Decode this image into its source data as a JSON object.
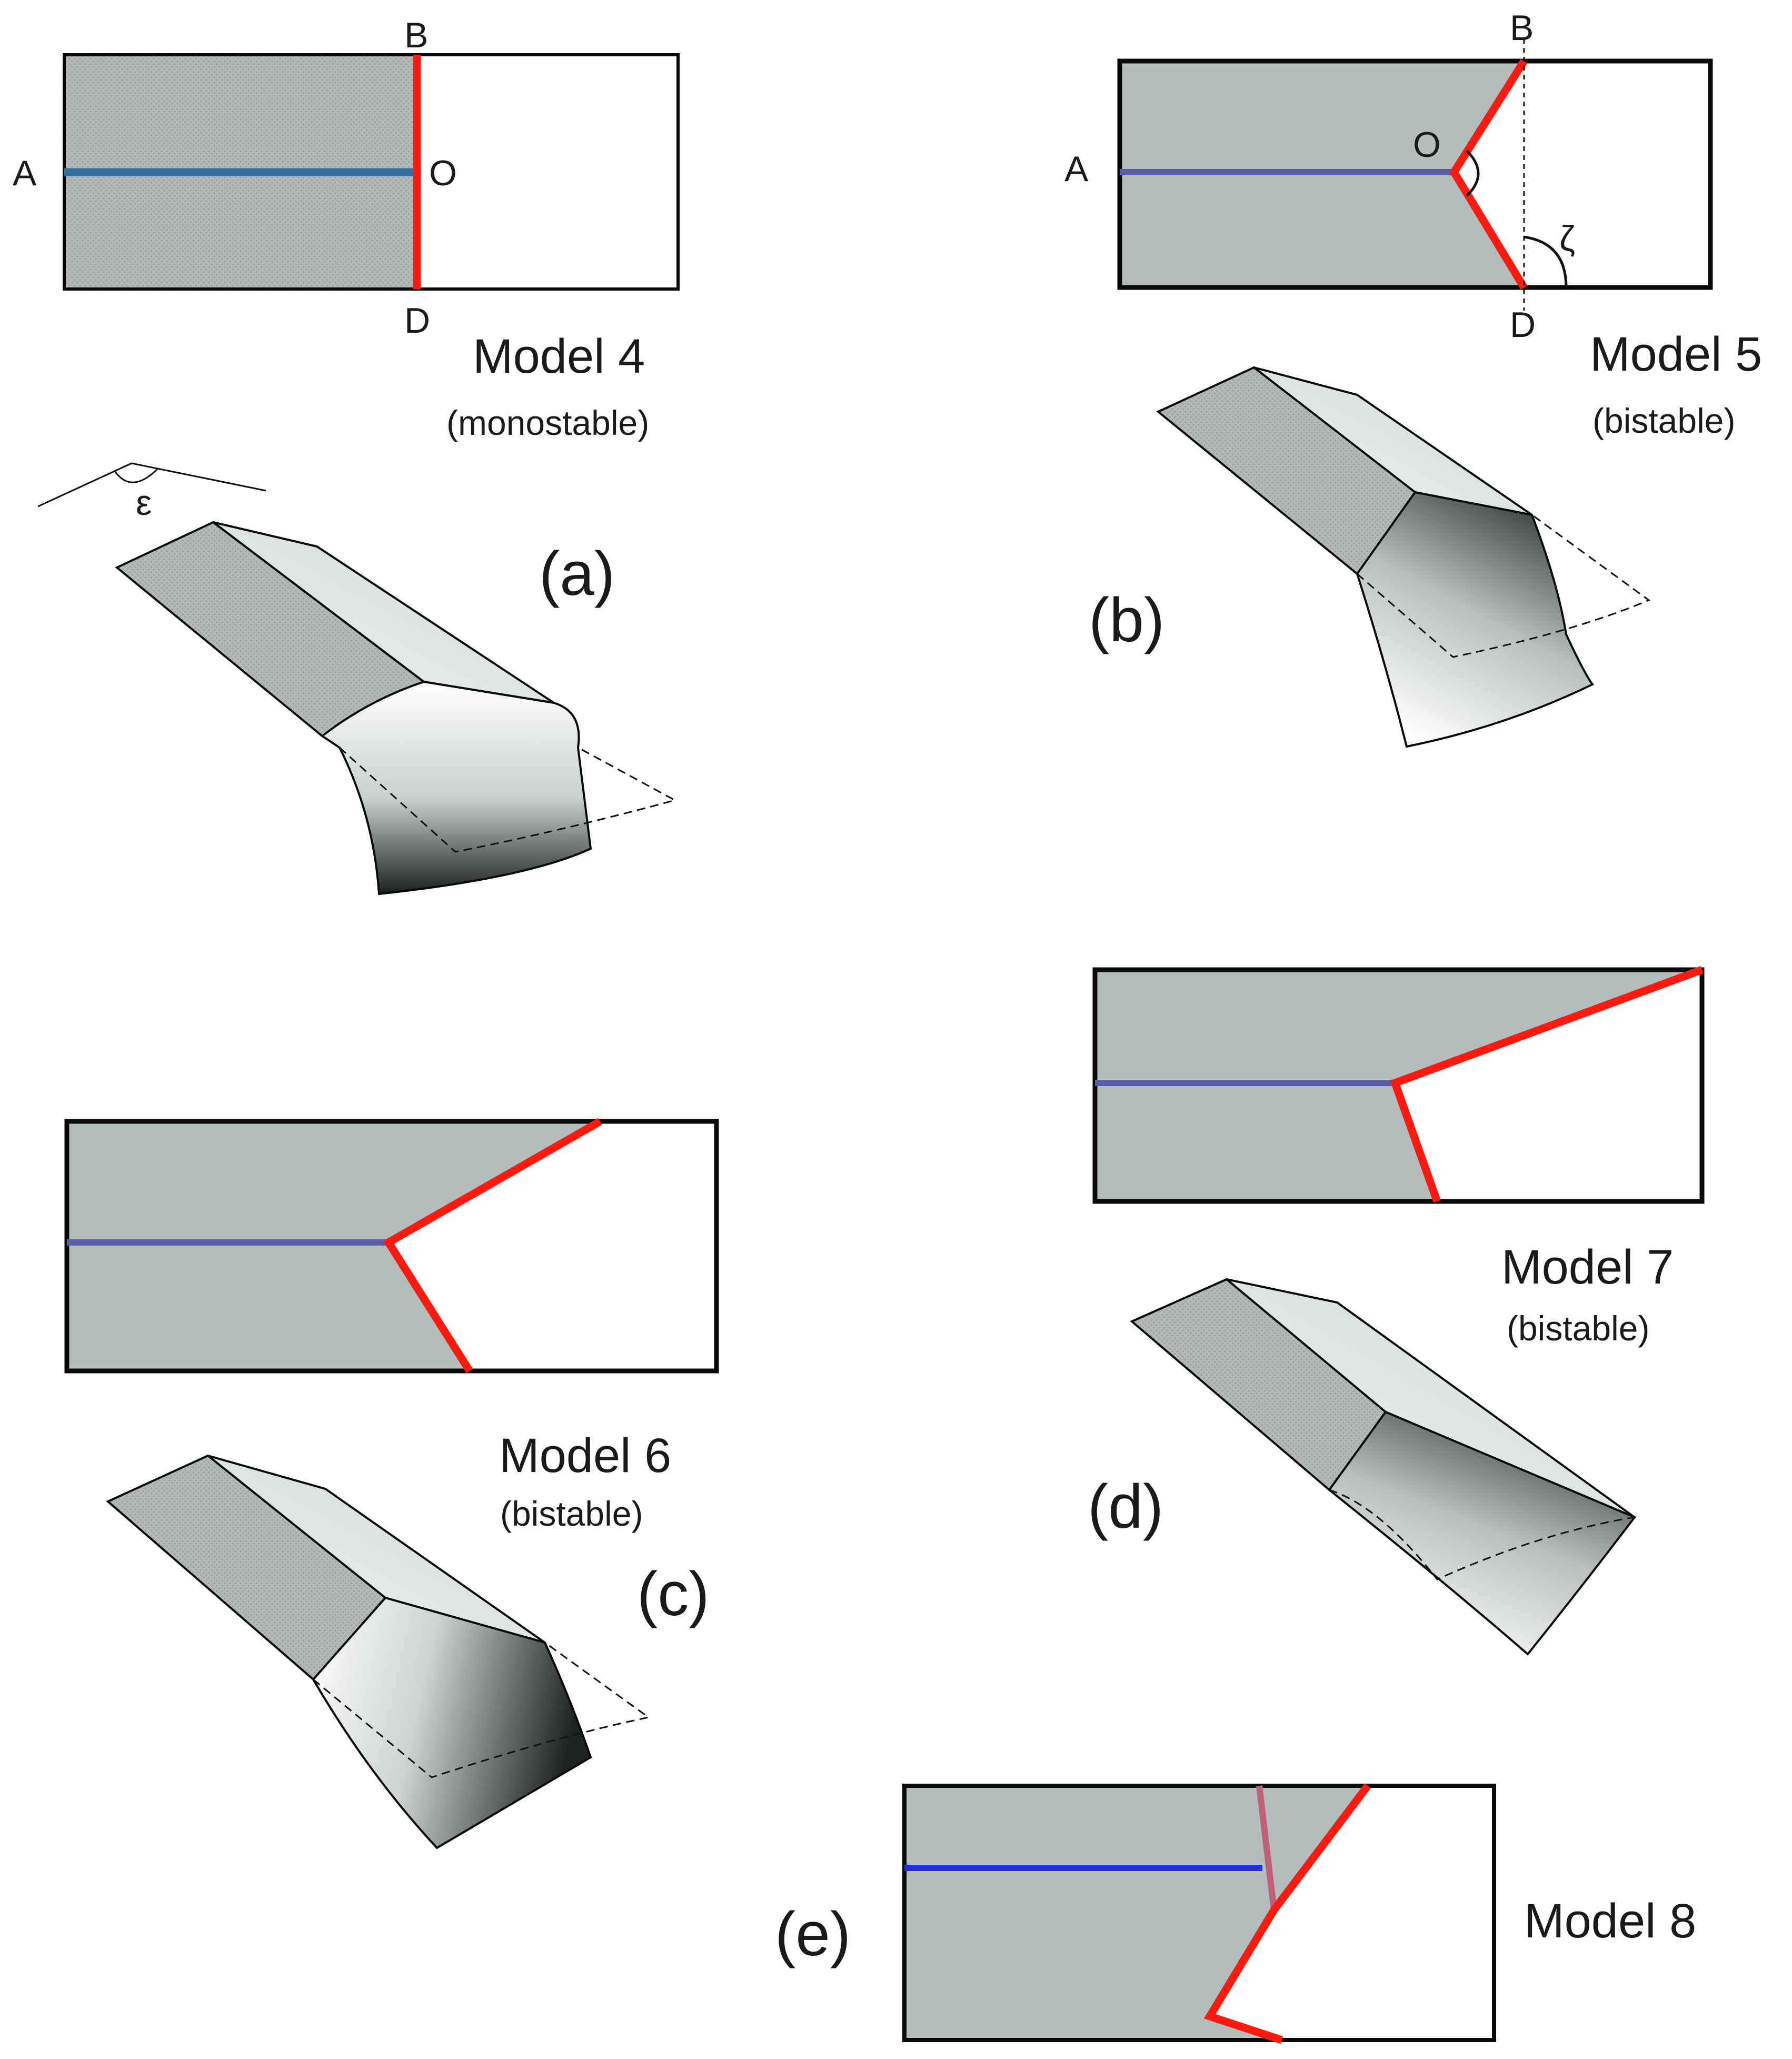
{
  "panels": {
    "a": {
      "label": "(a)",
      "model": "Model 4",
      "kind": "(monostable)",
      "points": {
        "A": "A",
        "B": "B",
        "O": "O",
        "D": "D"
      },
      "angle_symbol": "ε"
    },
    "b": {
      "label": "(b)",
      "model": "Model 5",
      "kind": "(bistable)",
      "points": {
        "A": "A",
        "B": "B",
        "O": "O",
        "D": "D"
      },
      "angle_symbol": "ζ"
    },
    "c": {
      "label": "(c)",
      "model": "Model 6",
      "kind": "(bistable)"
    },
    "d": {
      "label": "(d)",
      "model": "Model 7",
      "kind": "(bistable)"
    },
    "e": {
      "label": "(e)",
      "model": "Model 8"
    }
  },
  "colors": {
    "sheet_fill": "#b5bdbc",
    "flap_fill": "#ffffff",
    "outline": "#0a0a0a",
    "fold_red": "#ff1a10",
    "crease_blue_4": "#2f6ea0",
    "crease_purple": "#5a5ea8",
    "crease_blue_8": "#1c2fe0",
    "crease_pink_8": "#c0607a"
  }
}
